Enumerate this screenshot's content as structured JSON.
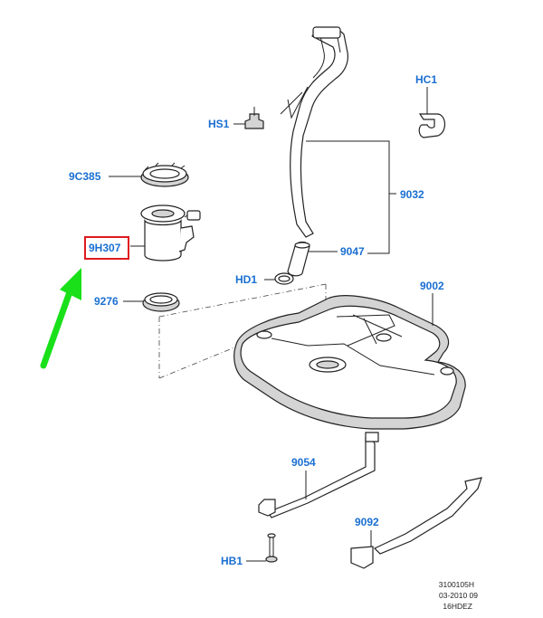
{
  "labels": {
    "hs1": "HS1",
    "hc1": "HC1",
    "p9c385": "9C385",
    "p9032": "9032",
    "p9h307": "9H307",
    "p9047": "9047",
    "hd1": "HD1",
    "p9002": "9002",
    "p9276": "9276",
    "p9054": "9054",
    "p9092": "9092",
    "hb1": "HB1"
  },
  "drawing_code": {
    "line1": "3100105H",
    "line2": "03-2010 09",
    "line3": "16HDEZ"
  },
  "colors": {
    "label": "#1a6fd1",
    "highlight_box": "#e0191f",
    "arrow": "#19e019"
  }
}
